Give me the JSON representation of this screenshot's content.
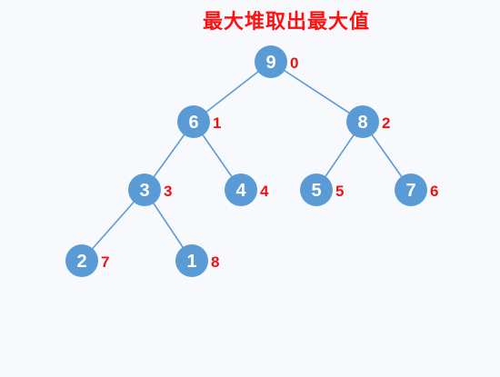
{
  "title": "最大堆取出最大值",
  "colors": {
    "node": "#5b9bd5",
    "edge": "#5b9bd5",
    "index": "#ee1111",
    "title": "#ff1010"
  },
  "nodes": [
    {
      "value": "9",
      "index": "0"
    },
    {
      "value": "6",
      "index": "1"
    },
    {
      "value": "8",
      "index": "2"
    },
    {
      "value": "3",
      "index": "3"
    },
    {
      "value": "4",
      "index": "4"
    },
    {
      "value": "5",
      "index": "5"
    },
    {
      "value": "7",
      "index": "6"
    },
    {
      "value": "2",
      "index": "7"
    },
    {
      "value": "1",
      "index": "8"
    }
  ],
  "edges": [
    [
      0,
      1
    ],
    [
      0,
      2
    ],
    [
      1,
      3
    ],
    [
      1,
      4
    ],
    [
      2,
      5
    ],
    [
      2,
      6
    ],
    [
      3,
      7
    ],
    [
      3,
      8
    ]
  ]
}
